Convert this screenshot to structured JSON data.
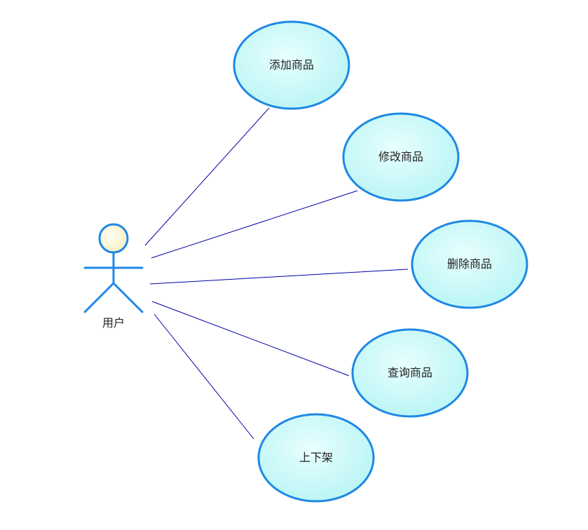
{
  "actor": {
    "label": "用户"
  },
  "use_cases": [
    {
      "label": "添加商品"
    },
    {
      "label": "修改商品"
    },
    {
      "label": "删除商品"
    },
    {
      "label": "查询商品"
    },
    {
      "label": "上下架"
    }
  ],
  "colors": {
    "ellipse_stroke": "#1e88e5",
    "ellipse_fill_light": "#e6fdfd",
    "ellipse_fill_dark": "#a8f0f0",
    "actor_stroke": "#1e88e5",
    "actor_head_fill": "#fdf8d8",
    "connector": "#0000a8"
  }
}
